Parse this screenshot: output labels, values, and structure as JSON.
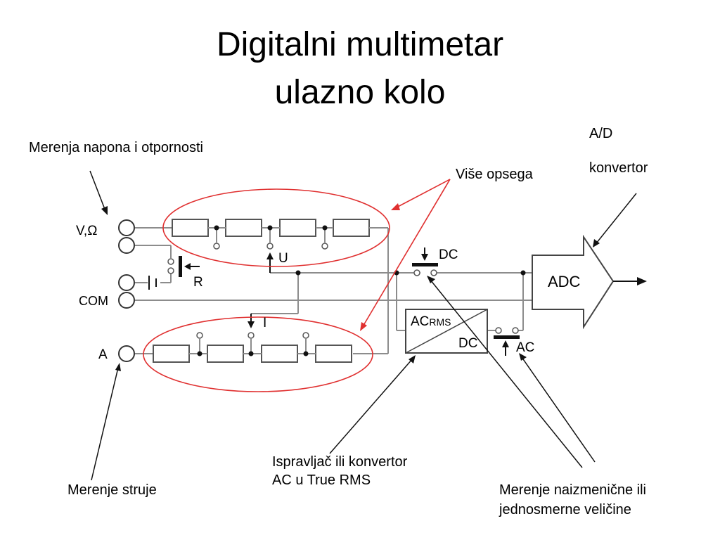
{
  "slide": {
    "title_line1": "Digitalni multimetar",
    "title_line2": "ulazno kolo"
  },
  "annotations": {
    "voltage_resistance": "Merenja napona i otpornosti",
    "ranges": "Više opsega",
    "adc_line1": "A/D",
    "adc_line2": "konvertor",
    "rectifier_line1": "Ispravljač ili konvertor",
    "rectifier_line2": "AC u True RMS",
    "current": "Merenje struje",
    "acdc_line1": "Merenje naizmenične ili",
    "acdc_line2": "jednosmerne veličine"
  },
  "circuit": {
    "terminal_v_ohm": "V,Ω",
    "terminal_com": "COM",
    "terminal_a": "A",
    "switch_u": "U",
    "switch_r": "R",
    "switch_i": "I",
    "switch_dc": "DC",
    "switch_ac": "AC",
    "converter_top": "AC",
    "converter_top_sub": "RMS",
    "converter_bottom": "DC",
    "adc": "ADC"
  }
}
